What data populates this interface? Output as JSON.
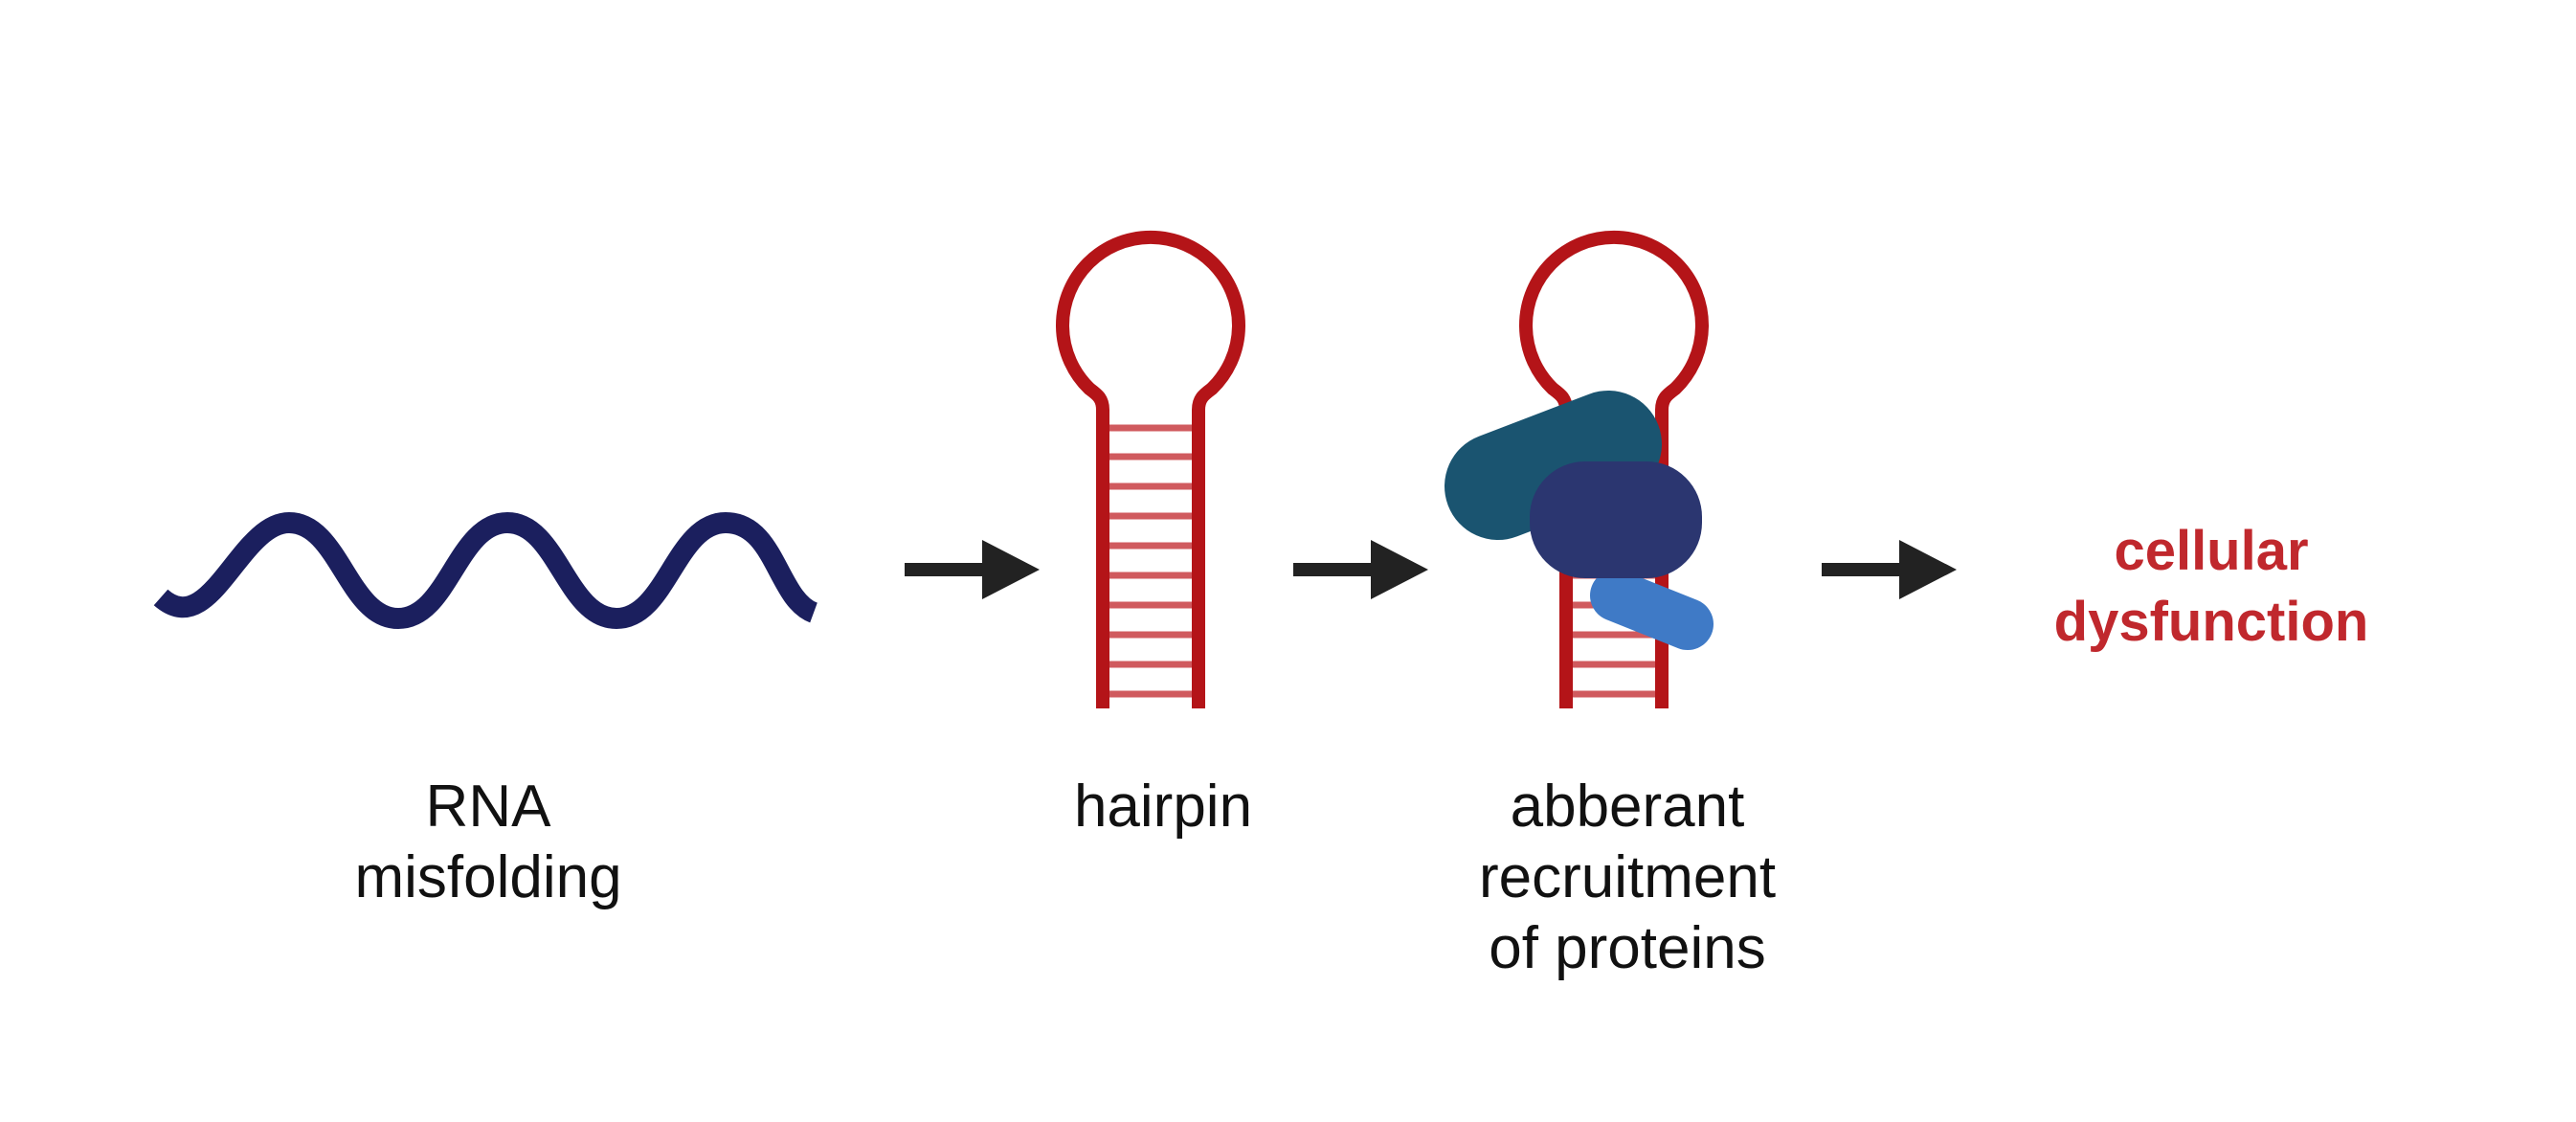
{
  "steps": {
    "rna_misfolding": {
      "lines": [
        "RNA",
        "misfolding"
      ]
    },
    "hairpin": {
      "lines": [
        "hairpin"
      ]
    },
    "aberrant_recruitment": {
      "lines": [
        "abberant",
        "recruitment",
        "of proteins"
      ]
    },
    "cellular_dysfunction": {
      "lines": [
        "cellular",
        "dysfunction"
      ]
    }
  },
  "colors": {
    "rna_strand": "#1b1f5e",
    "hairpin_outline": "#b41418",
    "hairpin_rungs": "#d05a5e",
    "arrow": "#222222",
    "protein_teal": "#1a5470",
    "protein_navy": "#2b3670",
    "protein_blue": "#3f7ac6",
    "emphasis_text": "#c0282d",
    "body_text": "#111111"
  },
  "icons": [
    "wavy-rna-strand-icon",
    "rna-hairpin-icon",
    "rna-hairpin-with-proteins-icon",
    "right-arrow-icon"
  ]
}
